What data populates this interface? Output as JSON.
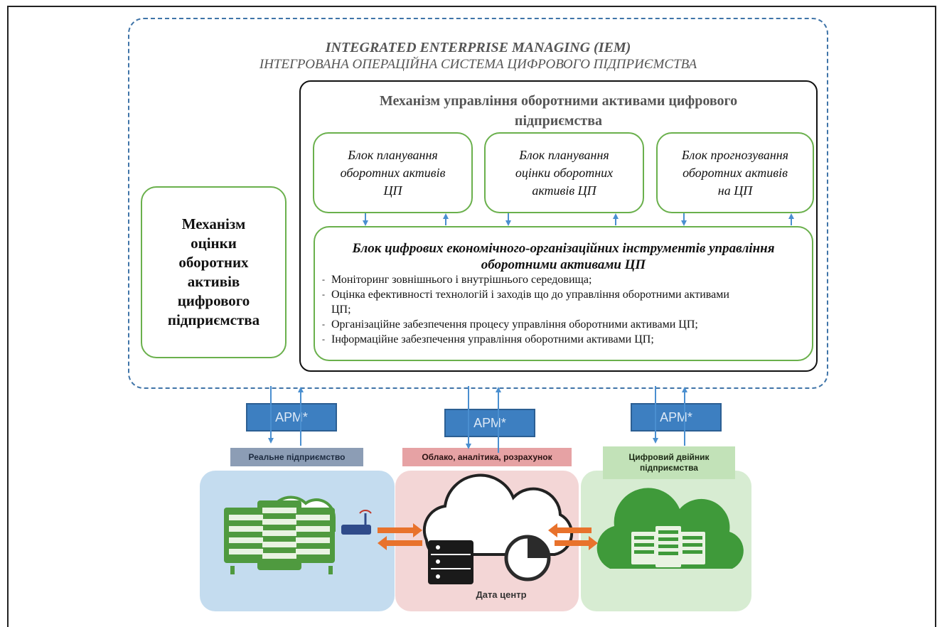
{
  "header": {
    "title_en": "INTEGRATED ENTERPRISE MANAGING (IEM)",
    "title_ua": "ІНТЕГРОВАНА ОПЕРАЦІЙНА СИСТЕМА ЦИФРОВОГО ПІДПРИЄМСТВА"
  },
  "mechanism": {
    "title_line1": "Механізм управління оборотними активами цифрового",
    "title_line2": "підприємства"
  },
  "blocks": [
    {
      "lines": [
        "Блок планування",
        "оборотних активів",
        "ЦП"
      ]
    },
    {
      "lines": [
        "Блок планування",
        "оцінки оборотних",
        "активів ЦП"
      ]
    },
    {
      "lines": [
        "Блок прогнозування",
        "оборотних активів",
        "на ЦП"
      ]
    }
  ],
  "assessment": {
    "lines": [
      "Механізм",
      "оцінки",
      "оборотних",
      "активів",
      "цифрового",
      "підприємства"
    ]
  },
  "tools": {
    "title_line1": "Блок цифрових економічного-організаційних інструментів управління",
    "title_line2": "оборотними активами ЦП",
    "items": [
      "Моніторинг зовнішнього і внутрішнього середовища;",
      "Оцінка ефективності технологій і заходів що до управління оборотними активами",
      "ЦП;",
      "Організаційне забезпечення процесу управління оборотними активами ЦП;",
      "Інформаційне забезпечення управління оборотними активами ЦП;"
    ]
  },
  "arm": {
    "label": "АРМ*"
  },
  "panels": {
    "real": "Реальне підприємство",
    "cloud": "Облако, аналітика, розрахунок",
    "twin_line1": "Цифровий двійник",
    "twin_line2": "підприємства",
    "datacenter": "Дата центр"
  },
  "colors": {
    "dashed_border": "#3f74a8",
    "green_border": "#6ab04c",
    "arm_fill": "#3d7fc1",
    "arrow": "#4a8fd0",
    "panel_blue": "#c4dcef",
    "panel_pink": "#f3d6d6",
    "panel_green": "#d7ecd2",
    "icon_green": "#3f9a3a",
    "arrow_orange": "#e8722c"
  }
}
